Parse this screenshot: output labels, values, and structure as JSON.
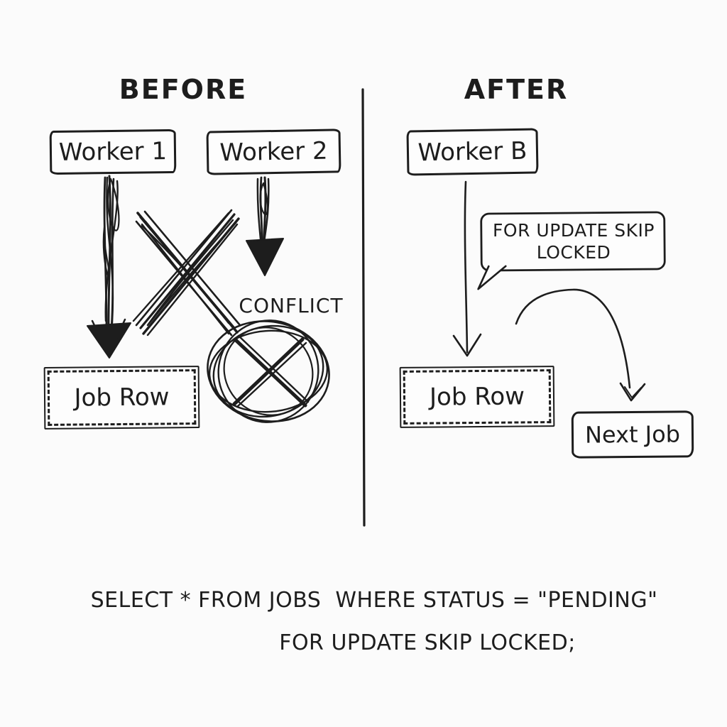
{
  "colors": {
    "ink": "#1d1d1d",
    "background": "#fbfbfb"
  },
  "before": {
    "title": "BEFORE",
    "worker1_label": "Worker 1",
    "worker2_label": "Worker 2",
    "conflict_label": "CONFLICT",
    "job_row_label": "Job Row"
  },
  "after": {
    "title": "AFTER",
    "worker_label": "Worker B",
    "bubble_line1": "FOR UPDATE SKIP",
    "bubble_line2": "LOCKED",
    "job_row_label": "Job Row",
    "next_job_label": "Next Job"
  },
  "sql": {
    "line1": "SELECT * FROM JOBS  WHERE STATUS = \"PENDING\"",
    "line2": "FOR UPDATE SKIP LOCKED;"
  }
}
